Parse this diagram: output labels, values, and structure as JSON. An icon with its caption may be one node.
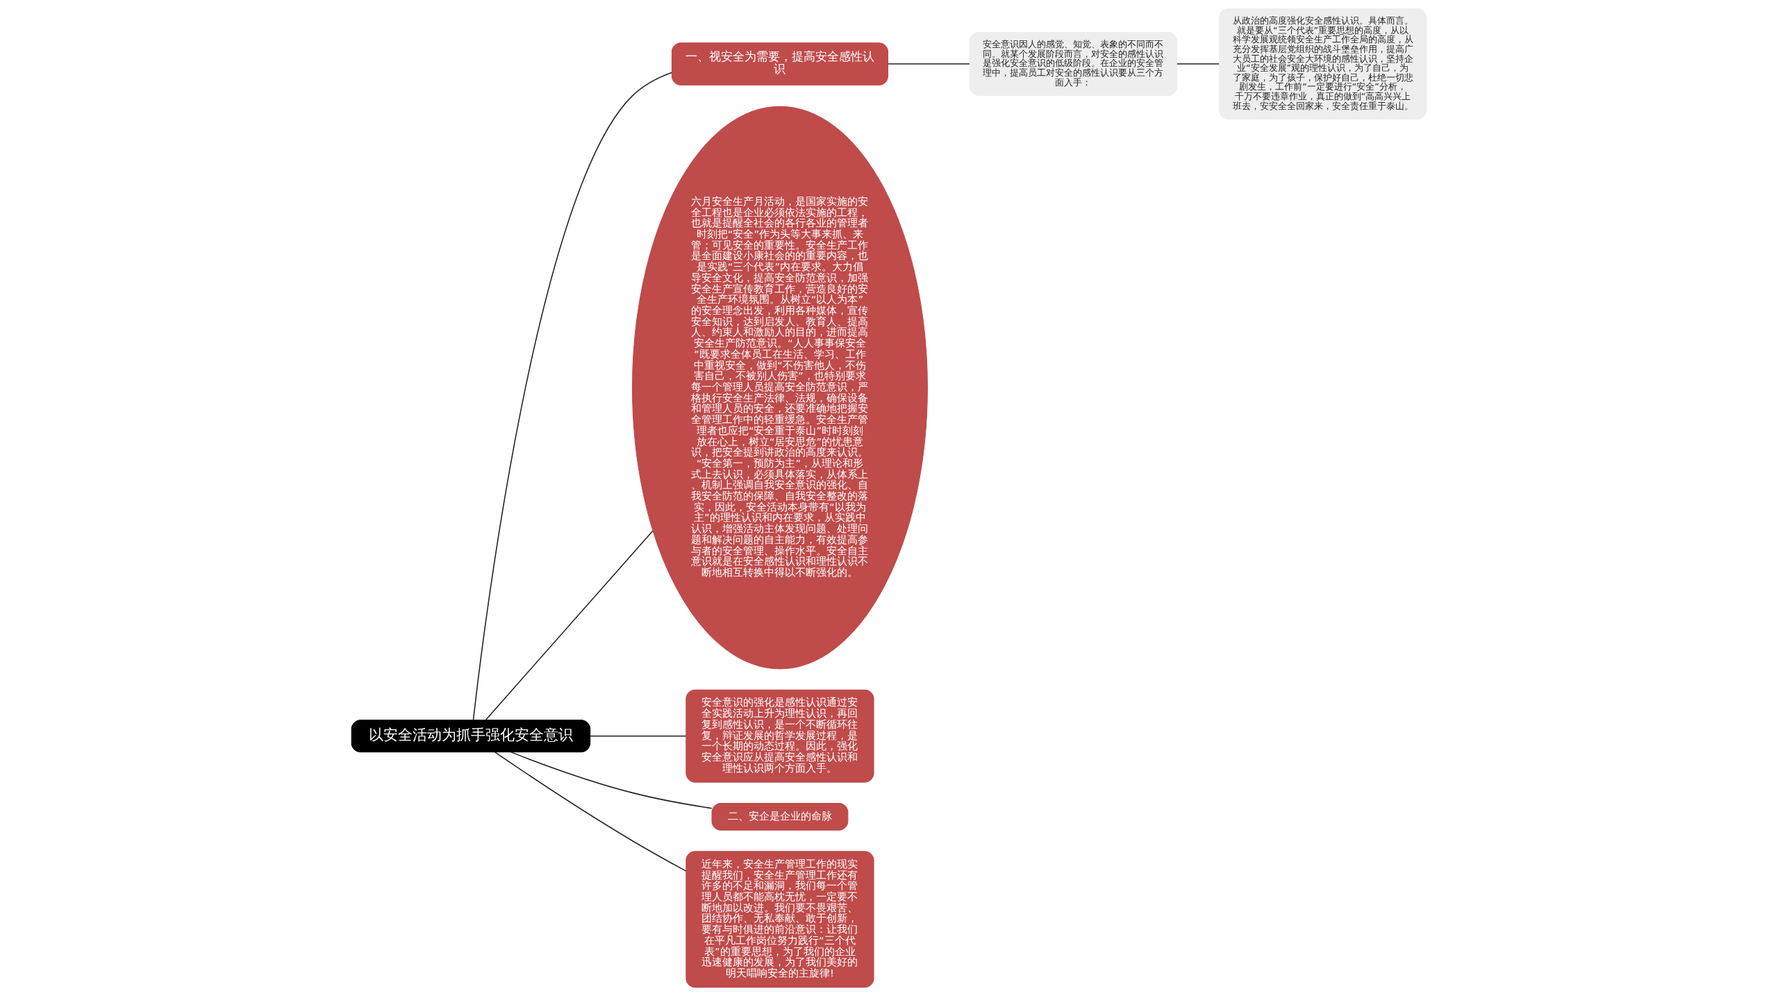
{
  "diagram": {
    "nodes": [
      {
        "text": [
          "以安全活动为抓手强化安全意识"
        ]
      },
      {
        "text": [
          "一、视安全为需要，提高安全感性认识"
        ]
      },
      {
        "text": [
          "安全意识因人的感觉、知觉、表象的不同而不同。就某个发展阶段而言，对安全的感性认识是强化安全意识的低级阶段。在企业的安全管理中，提高员工对安全的感性认识要从三个方面入手："
        ]
      },
      {
        "text": [
          "从政治的高度强化安全感性认识。具体而言。就是要从“三个代表”重要思想的高度，从以科学发展观统领安全生产工作全局的高度，从充分发挥基层党组织的战斗堡垒作用，提高广大员工的社会安全大环境的感性认识，坚持企业“安全发展”观的理性认识，为了自己，为了家庭，为了孩子，保护好自己，杜绝一切悲剧发生，工作前“一定要进行“安全”分析，千万不要违章作业，真正的做到“高高兴兴上班去，安安全全回家来，安全责任重于泰山。"
        ]
      },
      {
        "text": [
          "六月安全生产月活动，是国家实施的安全工程也是企业必须依法实施的工程，也就是提醒全社会的各行各业的管理者时刻把“安全”作为头等大事来抓、来管；可见安全的重要性。安全生产工作是全面建设小康社会的的重要内容，也是实践“三个代表”内在要求。大力倡导安全文化，提高安全防范意识，加强安全生产宣传教育工作，营造良好的安全生产环境氛围。从树立“以人为本”的安全理念出发，利用各种媒体，宣传安全知识，达到启发人、教育人、提高人、约束人和激励人的目的，进而提高安全生产防范意识。“人人事事保安全”既要求全体员工在生活、学习、工作中重视安全，做到“不伤害他人，不伤害自己，不被别人伤害”，也特别要求每一个管理人员提高安全防范意识，严格执行安全生产法律、法规，确保设备和管理人员的安全，还要准确地把握安全管理工作中的轻重缓急。安全生产管理者也应把“安全重于泰山”时时刻刻放在心上，树立“居安思危”的忧患意识，把安全提到讲政治的高度来认识。“安全第一，预防为主”，从理论和形式上去认识，必须具体落实，从体系上、机制上强调自我安全意识的强化、自我安全防范的保障、自我安全整改的落实，因此，安全活动本身带有“以我为主”的理性认识和内在要求，从实践中认识，增强活动主体发现问题、处理问题和解决问题的自主能力，有效提高参与者的安全管理、操作水平。安全自主意识就是在安全感性认识和理性认识不断地相互转换中得以不断强化的。"
        ]
      },
      {
        "text": [
          "安全意识的强化是感性认识通过安全实践活动上升为理性认识，再回复到感性认识，是一个不断循环往复，辩证发展的哲学发展过程，是一个长期的动态过程。因此，强化安全意识应从提高安全感性认识和理性认识两个方面入手。"
        ]
      },
      {
        "text": [
          "二、安企是企业的命脉"
        ]
      },
      {
        "text": [
          "近年来，安全生产管理工作的现实提醒我们，安全生产管理工作还有许多的不足和漏洞，我们每一个管理人员都不能高枕无忧，一定要不断地加以改进。我们要不畏艰苦、团结协作、无私奉献、敢于创新，要有与时俱进的前沿意识：让我们在平凡工作岗位努力践行“三个代表”的重要思想，为了我们的企业迅速健康的发展，为了我们美好的明天唱响安全的主旋律!"
        ]
      }
    ],
    "edges": [
      {
        "from": 0,
        "to": 1,
        "arrow": "none"
      },
      {
        "from": 1,
        "to": 2,
        "arrow": "none"
      },
      {
        "from": 2,
        "to": 3,
        "arrow": "none"
      },
      {
        "from": 0,
        "to": 4,
        "arrow": "none"
      },
      {
        "from": 0,
        "to": 5,
        "arrow": "none"
      },
      {
        "from": 0,
        "to": 6,
        "arrow": "none"
      },
      {
        "from": 0,
        "to": 7,
        "arrow": "none"
      }
    ]
  }
}
